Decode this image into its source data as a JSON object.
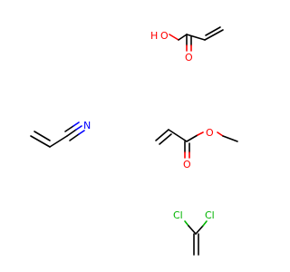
{
  "molecules": [
    {
      "id": "acrylic-acid",
      "atom_labels": {
        "h": "H",
        "o_hydroxyl": "O",
        "o_carbonyl": "O"
      }
    },
    {
      "id": "acrylonitrile",
      "atom_labels": {
        "n": "N"
      }
    },
    {
      "id": "methyl-acrylate",
      "atom_labels": {
        "o_ester": "O",
        "o_carbonyl": "O"
      }
    },
    {
      "id": "vinylidene-chloride",
      "atom_labels": {
        "cl1": "Cl",
        "cl2": "Cl"
      }
    }
  ],
  "colors": {
    "carbon_bond": "#000000",
    "oxygen": "#ff0000",
    "nitrogen": "#0000ff",
    "chlorine": "#00b400",
    "background": "#ffffff"
  }
}
